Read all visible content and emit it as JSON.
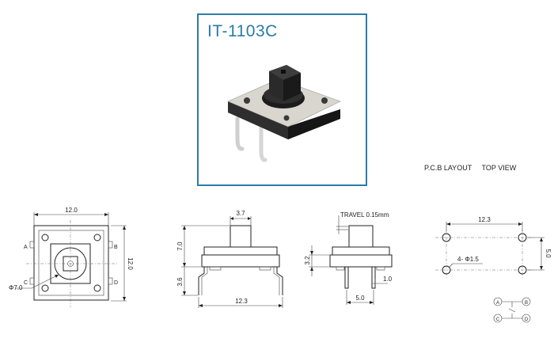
{
  "product": {
    "model": "IT-1103C"
  },
  "captions": {
    "pcb_layout": "P.C.B LAYOUT",
    "top_view": "TOP VIEW"
  },
  "top_view": {
    "width_dim": "12.0",
    "height_dim": "12.0",
    "diameter_dim": "Φ7.0",
    "pins": [
      "A",
      "B",
      "C",
      "D"
    ]
  },
  "front_view": {
    "stem_width": "3.7",
    "height": "7.0",
    "lead_length": "3.6",
    "lead_span": "12.3"
  },
  "side_view": {
    "travel": "TRAVEL 0.15mm",
    "body_height": "3.2",
    "lead_width": "1.0",
    "lead_pitch": "5.0"
  },
  "pcb": {
    "hole_span": "12.3",
    "hole_pitch": "5.0",
    "hole_spec": "4- Φ1.5"
  },
  "schematic": {
    "pins": [
      "A",
      "B",
      "C",
      "D"
    ]
  },
  "colors": {
    "accent": "#2a7ca8",
    "body": "#2b2b2b",
    "base": "#d9d6cf"
  }
}
